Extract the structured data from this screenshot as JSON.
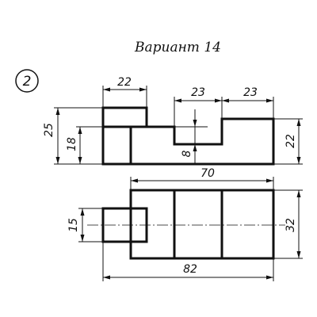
{
  "title": "Вариант 14",
  "problem_number": "2",
  "dimensions": {
    "top_left_width": "22",
    "slot_width": "23",
    "right_width": "23",
    "total_height": "25",
    "left_step_height": "18",
    "slot_depth": "8",
    "right_height": "22",
    "plan_width": "70",
    "boss_width": "15",
    "plan_depth": "32",
    "total_length": "82"
  }
}
